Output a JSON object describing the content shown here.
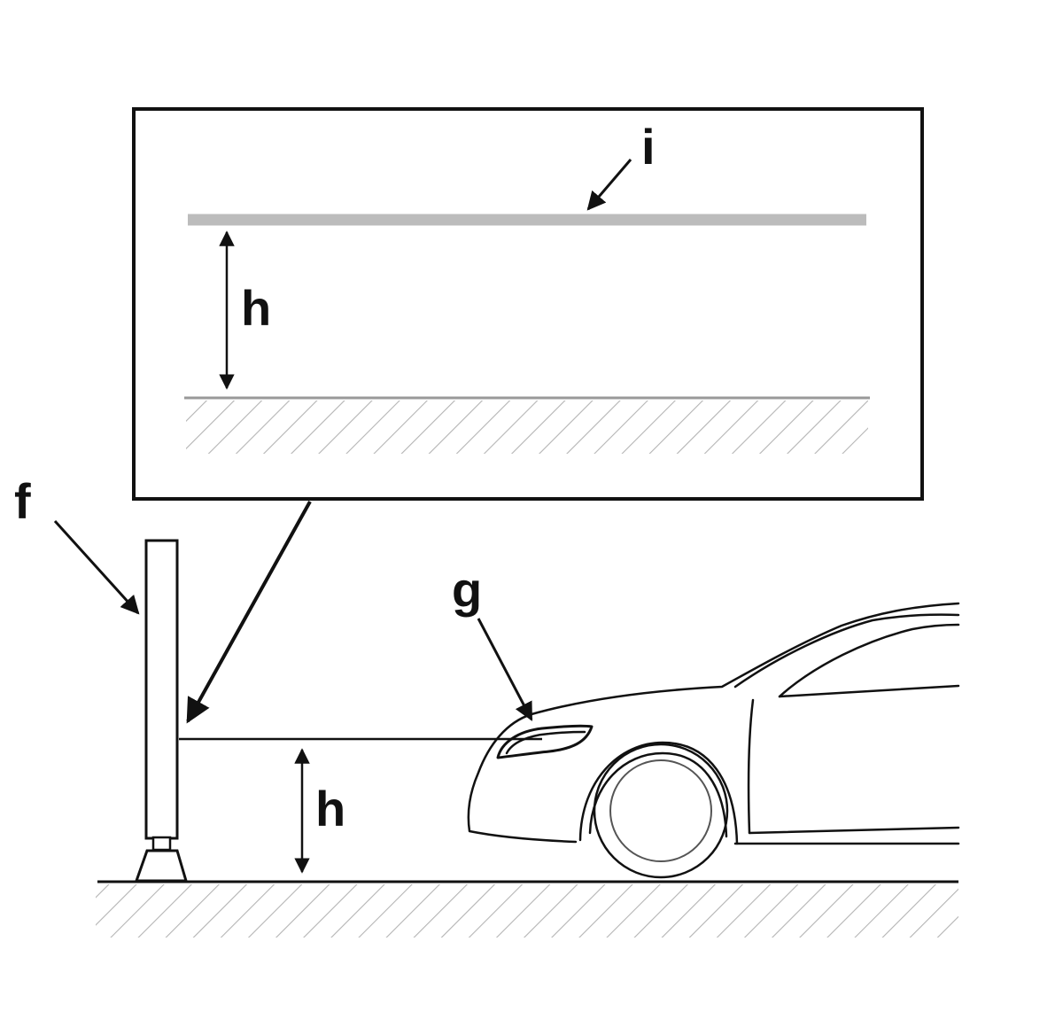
{
  "labels": {
    "f": "f",
    "g": "g",
    "h_inset": "h",
    "h_floor": "h",
    "i": "i"
  },
  "colors": {
    "line": "#111111",
    "beam_line": "#bcbcbc",
    "hatch": "#b4b4b4",
    "background": "#ffffff"
  }
}
